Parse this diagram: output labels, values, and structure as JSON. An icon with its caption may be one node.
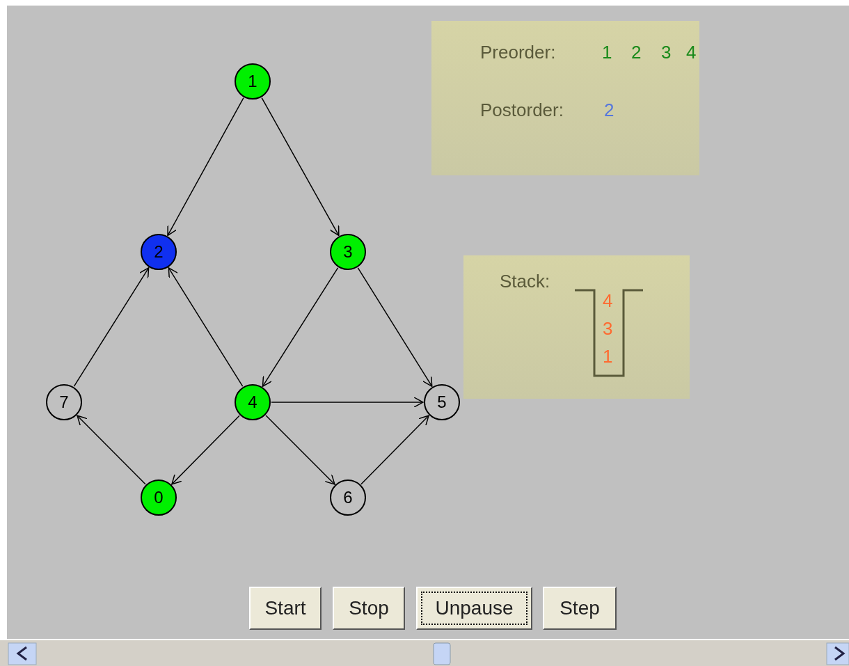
{
  "diagram": {
    "nodes": [
      {
        "text": [
          "1"
        ]
      },
      {
        "text": [
          "Preorder:",
          "1",
          "2",
          "3",
          "4",
          "Postorder:",
          "2"
        ]
      },
      {
        "text": [
          "2"
        ]
      },
      {
        "text": [
          "3"
        ]
      },
      {
        "text": [
          "Stack:",
          "4",
          "3",
          "1"
        ]
      },
      {
        "text": [
          "7"
        ]
      },
      {
        "text": [
          "4"
        ]
      },
      {
        "text": [
          "5"
        ]
      },
      {
        "text": [
          "0"
        ]
      },
      {
        "text": [
          "6"
        ]
      },
      {
        "text": [
          "Start"
        ]
      },
      {
        "text": [
          "Stop"
        ]
      },
      {
        "text": [
          "Unpause"
        ]
      },
      {
        "text": [
          "Step"
        ]
      }
    ],
    "edges": [
      {
        "from": 0,
        "to": 2,
        "arrow": "to"
      },
      {
        "from": 0,
        "to": 3,
        "arrow": "to"
      },
      {
        "from": 3,
        "to": 6,
        "arrow": "to"
      },
      {
        "from": 3,
        "to": 7,
        "arrow": "to"
      },
      {
        "from": 5,
        "to": 2,
        "arrow": "to"
      },
      {
        "from": 6,
        "to": 2,
        "arrow": "to"
      },
      {
        "from": 6,
        "to": 7,
        "arrow": "to"
      },
      {
        "from": 6,
        "to": 8,
        "arrow": "to"
      },
      {
        "from": 6,
        "to": 9,
        "arrow": "to"
      },
      {
        "from": 8,
        "to": 5,
        "arrow": "to"
      },
      {
        "from": 9,
        "to": 7,
        "arrow": "to"
      }
    ]
  }
}
